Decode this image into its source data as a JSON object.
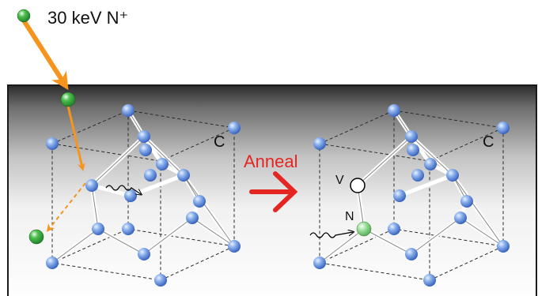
{
  "labels": {
    "ion": "30 keV N⁺",
    "anneal": "Anneal",
    "carbon_left": "C",
    "carbon_right": "C",
    "vacancy": "V",
    "nitrogen": "N"
  },
  "colors": {
    "carbon_atom": "#3f6fd0",
    "nitrogen_atom": "#2e9e3e",
    "nitrogen_atom_annealed": "#7fd07f",
    "ion_path": "#f7941d",
    "anneal_arrow": "#e52521",
    "bond": "#f2f2f2",
    "outline": "#000000"
  },
  "icons": {
    "ion": "green-sphere-icon",
    "carbon": "blue-sphere-icon",
    "vacancy": "empty-circle-icon",
    "phonon": "wavy-arrow-icon",
    "anneal_arrow": "red-arrow-icon"
  }
}
